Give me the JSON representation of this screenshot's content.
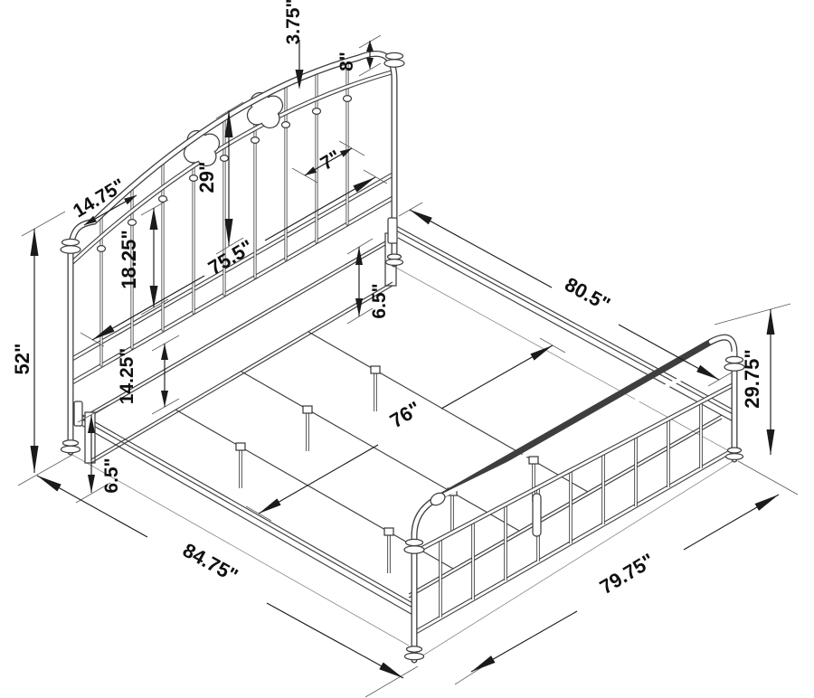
{
  "figure": {
    "type": "isometric dimension line drawing",
    "subject": "metal bed frame with spindle headboard, bar footboard and slat support platform"
  },
  "colors": {
    "background": "#ffffff",
    "line": "#3e3e3e",
    "dimension_line": "#1b1b1b",
    "label_text": "#101010"
  },
  "dims": [
    {
      "id": "headboard-top-rail-gap",
      "label": "3.75\""
    },
    {
      "id": "headboard-top-section-height",
      "label": "8\""
    },
    {
      "id": "headboard-upper-spindle-length",
      "label": "29\""
    },
    {
      "id": "headboard-spindle-spacing",
      "label": "7\""
    },
    {
      "id": "headboard-corner-segment",
      "label": "14.75\""
    },
    {
      "id": "headboard-lower-spindle-length",
      "label": "18.25\""
    },
    {
      "id": "headboard-inner-width",
      "label": "75.5\""
    },
    {
      "id": "platform-drop-below-rail",
      "label": "6.5\""
    },
    {
      "id": "side-rail-length",
      "label": "80.5\""
    },
    {
      "id": "headboard-height",
      "label": "52\""
    },
    {
      "id": "lower-rail-to-side-rail",
      "label": "14.25\""
    },
    {
      "id": "slat-support-width",
      "label": "76\""
    },
    {
      "id": "footboard-height",
      "label": "29.75\""
    },
    {
      "id": "side-rail-floor-clearance",
      "label": "6.5\""
    },
    {
      "id": "overall-length",
      "label": "84.75\""
    },
    {
      "id": "footboard-width",
      "label": "79.75\""
    }
  ]
}
